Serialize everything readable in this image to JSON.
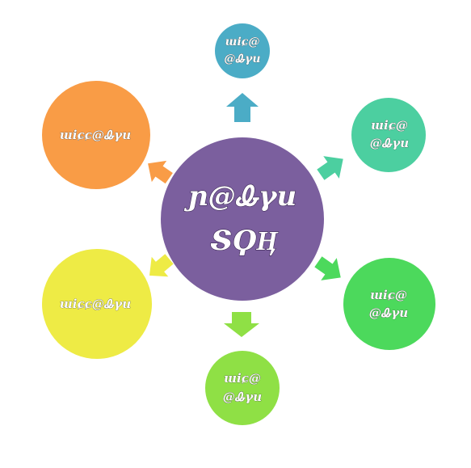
{
  "diagram": {
    "hub": {
      "line1": "ɲ@Ꮂγu",
      "line2": "ՏϘӉ",
      "color": "#7b5f9e"
    },
    "nodes": [
      {
        "id": "top",
        "line1": "ɯiɕ@",
        "line2": "@Ꮂγu",
        "color": "#4bacc6"
      },
      {
        "id": "upper-right",
        "line1": "ɯiɕ@",
        "line2": "@Ꮂγu",
        "color": "#4ccfa0"
      },
      {
        "id": "lower-right",
        "line1": "ɯiɕ@",
        "line2": "@Ꮂγu",
        "color": "#4cd95c"
      },
      {
        "id": "bottom",
        "line1": "ɯiɕ@",
        "line2": "@Ꮂγu",
        "color": "#8fe045"
      },
      {
        "id": "lower-left",
        "line1": "ɯiɕɕ@Ꮂγu",
        "line2": "",
        "color": "#eeeb45"
      },
      {
        "id": "upper-left",
        "line1": "ɯiɕɕ@Ꮂγu",
        "line2": "",
        "color": "#f99c46"
      }
    ]
  }
}
